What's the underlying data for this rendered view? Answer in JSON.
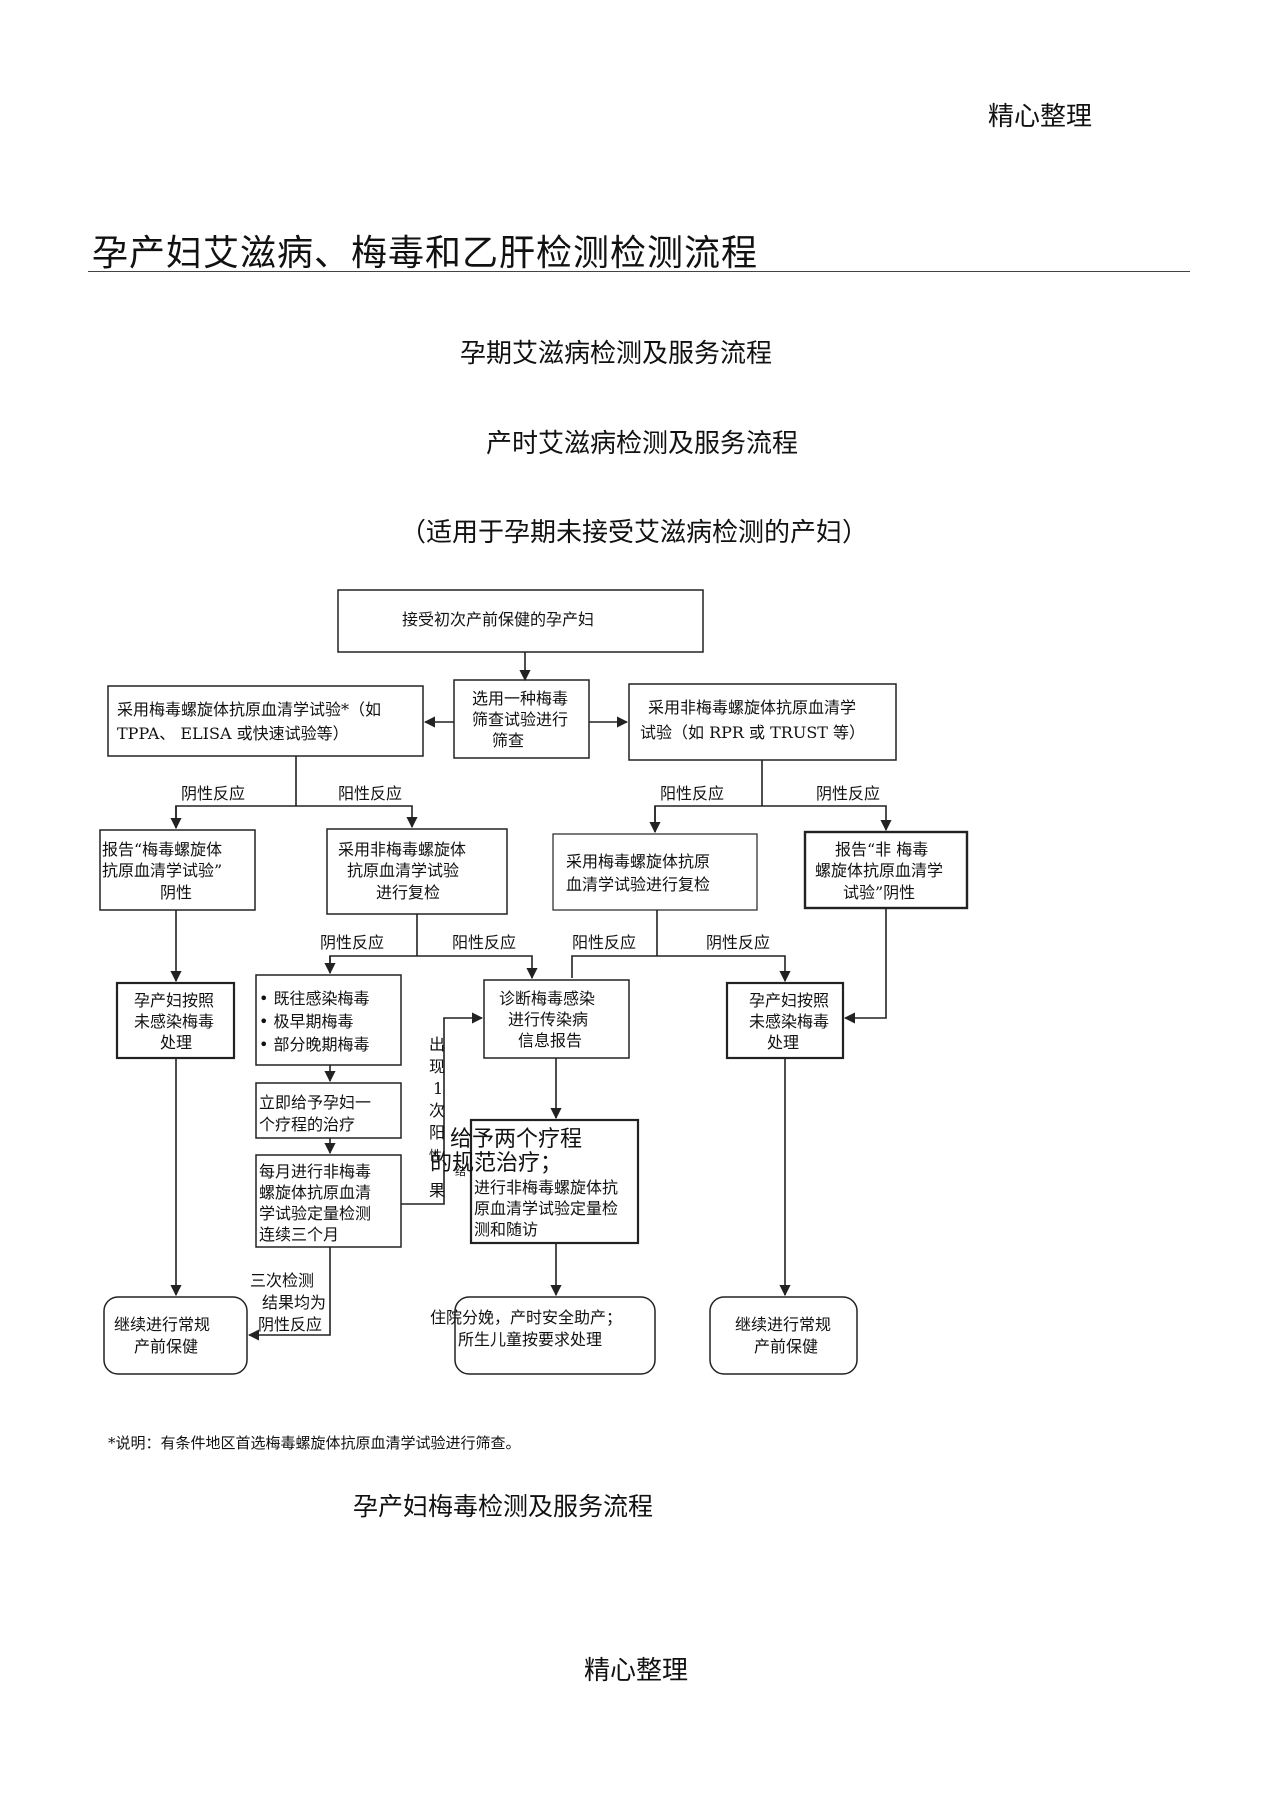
{
  "header_note": "精心整理",
  "doc_title": "孕产妇艾滋病、梅毒和乙肝检测检测流程",
  "sections": {
    "pregnancy_hiv": "孕期艾滋病检测及服务流程",
    "delivery_hiv": "产时艾滋病检测及服务流程",
    "delivery_hiv_note": "（适用于孕期未接受艾滋病检测的产妇）",
    "syphilis": "孕产妇梅毒检测及服务流程"
  },
  "flow": {
    "start": [
      "接受初次产前保健的孕产妇"
    ],
    "choose": [
      "选用一种梅毒",
      "筛查试验进行",
      "筛查"
    ],
    "left_test": [
      "采用梅毒螺旋体抗原血清学试验*（如",
      "TPPA、 ELISA 或快速试验等）"
    ],
    "right_test": [
      "采用非梅毒螺旋体抗原血清学",
      "试验（如 RPR 或 TRUST 等）"
    ],
    "left_neg_label": "阴性反应",
    "left_pos_label": "阳性反应",
    "right_pos_label": "阳性反应",
    "right_neg_label": "阴性反应",
    "report_left_neg": [
      "报告“梅毒螺旋体",
      "抗原血清学试验”",
      "阴性"
    ],
    "recheck_left": [
      "采用非梅毒螺旋体",
      "抗原血清学试验",
      "进行复检"
    ],
    "recheck_right": [
      "采用梅毒螺旋体抗原",
      "血清学试验进行复检"
    ],
    "report_right_neg": [
      "报告“非 梅毒",
      "螺旋体抗原血清学",
      "试验”阴性"
    ],
    "l2_neg_label": "阴性反应",
    "l2_pos_label": "阳性反应",
    "r2_pos_label": "阳性反应",
    "r2_neg_label": "阴性反应",
    "treat_uninfected_left": [
      "孕产妇按照",
      "未感染梅毒",
      "处理"
    ],
    "history_list": [
      "• 既往感染梅毒",
      "• 极早期梅毒",
      "• 部分晚期梅毒"
    ],
    "diagnose": [
      "诊断梅毒感染",
      "进行传染病",
      "信息报告"
    ],
    "treat_uninfected_right": [
      "孕产妇按照",
      "未感染梅毒",
      "处理"
    ],
    "treat_once": [
      "立即给予孕妇一",
      "个疗程的治疗"
    ],
    "monthly": [
      "每月进行非梅毒",
      "螺旋体抗原血清",
      "学试验定量检测",
      "连续三个月"
    ],
    "vertical_note": [
      "出",
      "现",
      "1",
      "次",
      "阳",
      "性",
      "结",
      "果"
    ],
    "two_courses_big": [
      "给予两个疗程",
      "的规范治疗；"
    ],
    "two_courses_small": [
      "进行非梅毒螺旋体抗",
      "原血清学试验定量检",
      "测和随访"
    ],
    "three_negative": [
      "三次检测",
      "结果均为",
      "阴性反应"
    ],
    "continue_left": [
      "继续进行常规",
      "产前保健"
    ],
    "delivery": [
      "住院分娩，产时安全助产；",
      "所生儿童按要求处理"
    ],
    "continue_right": [
      "继续进行常规",
      "产前保健"
    ]
  },
  "footnote": "*说明：有条件地区首选梅毒螺旋体抗原血清学试验进行筛查。",
  "footer_note": "精心整理"
}
